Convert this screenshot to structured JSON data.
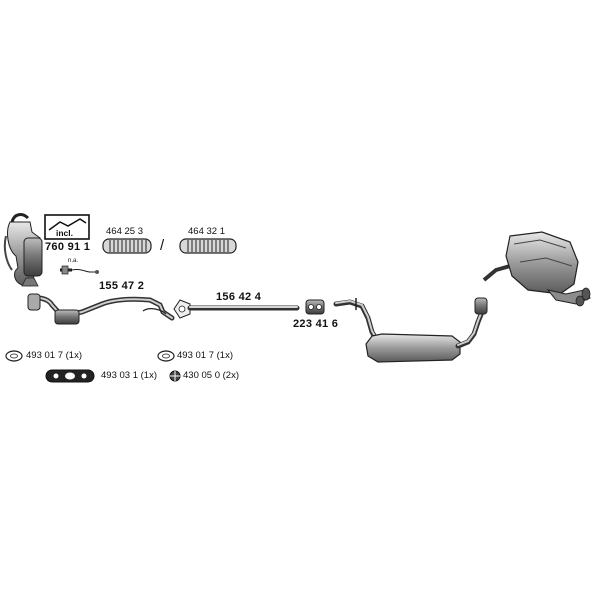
{
  "diagram": {
    "parts": {
      "catalytic_converter": {
        "number": "760 91 1",
        "incl_label": "incl.",
        "na_label": "n.a."
      },
      "front_pipe": {
        "number": "155 47 2"
      },
      "flex_pipe_a": {
        "number": "464 25 3"
      },
      "flex_pipe_b": {
        "number": "464 32 1"
      },
      "separator": "/",
      "middle_pipe": {
        "number": "156 42 4"
      },
      "clamp_connector": {
        "number": "223 41 6"
      }
    },
    "hardware": [
      {
        "number": "493 01 7 (1x)"
      },
      {
        "number": "493 01 7 (1x)"
      },
      {
        "number": "493 03 1 (1x)"
      },
      {
        "number": "430 05 0 (2x)"
      }
    ]
  }
}
